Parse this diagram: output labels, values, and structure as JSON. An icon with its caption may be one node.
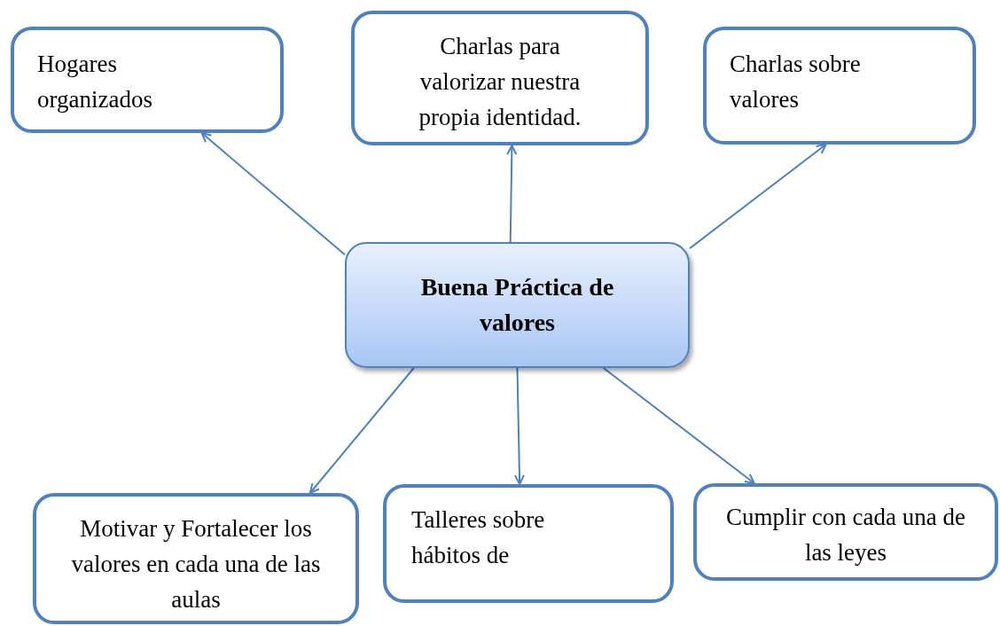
{
  "diagram": {
    "nodes": [
      {
        "text": [
          "Hogares organizados"
        ]
      },
      {
        "text": [
          "Charlas para valorizar nuestra propia identidad."
        ]
      },
      {
        "text": [
          "Charlas sobre valores"
        ]
      },
      {
        "text": [
          "Buena Práctica de valores"
        ]
      },
      {
        "text": [
          "Motivar y Fortalecer los valores en cada una de las aulas"
        ]
      },
      {
        "text": [
          "Talleres sobre hábitos de"
        ]
      },
      {
        "text": [
          "Cumplir con cada una de las leyes"
        ]
      }
    ],
    "edges": [
      {
        "from": 3,
        "to": 0,
        "arrow": "to"
      },
      {
        "from": 3,
        "to": 1,
        "arrow": "to"
      },
      {
        "from": 3,
        "to": 2,
        "arrow": "to"
      },
      {
        "from": 3,
        "to": 4,
        "arrow": "to"
      },
      {
        "from": 3,
        "to": 5,
        "arrow": "to"
      },
      {
        "from": 3,
        "to": 6,
        "arrow": "to"
      }
    ]
  }
}
